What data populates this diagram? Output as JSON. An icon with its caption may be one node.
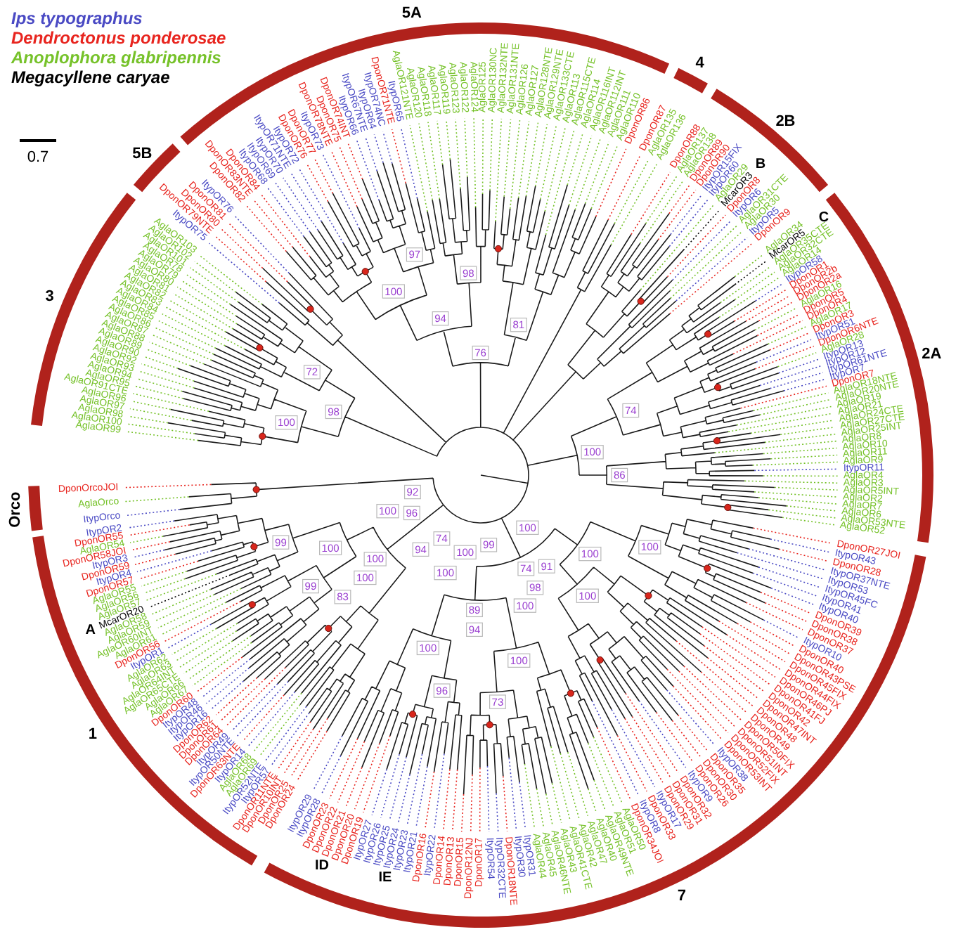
{
  "diagram": {
    "nodes": [
      {
        "text": [
          "5A"
        ],
        "beside": [
          "DponOR82",
          "DponOR83NTE",
          "DponOR84",
          "ItypOR68",
          "ItypOR69",
          "ItypOR70",
          "ItypOR71NTE",
          "ItypOR72",
          "DponOR76",
          "DponOR77",
          "ItypOR73",
          "DponOR78NTE",
          "DponOR75",
          "DponOR74INT",
          "ItypOR66",
          "ItypOR67NTE",
          "ItypOR64",
          "ItypOR74NC",
          "DponOR71NTE",
          "ItypOR65",
          "AglaOR121NTE",
          "AglaOR120",
          "AglaOR118",
          "AglaOR117",
          "AglaOR119",
          "AglaOR123",
          "AglaOR122",
          "AglaOR124",
          "AglaOR125",
          "AglaOR130NC",
          "AglaOR132NTE",
          "AglaOR131NTE",
          "AglaOR126",
          "AglaOR127",
          "AglaOR128NTE",
          "AglaOR129NTE",
          "AglaOR133CTE",
          "AglaOR113",
          "AglaOR115CTE",
          "AglaOR114",
          "AglaOR116INT",
          "AglaOR112INT",
          "AglaOR111",
          "AglaOR110",
          "DponOR86"
        ]
      },
      {
        "text": [
          "4"
        ],
        "beside": [
          "DponOR87",
          "AglaOR135",
          "AglaOR136"
        ]
      },
      {
        "text": [
          "2B"
        ],
        "beside": [
          "DponOR88",
          "AglaOR137",
          "AglaOR138",
          "DponOR89",
          "DponOR90",
          "ItypOR15FIX",
          "ItypOR60",
          "AglaOR29",
          "McarOR3",
          "DponOR8",
          "ItypOR6",
          "AglaOR31CTE",
          "AglaOR30",
          "ItypOR5",
          "DponOR9"
        ]
      },
      {
        "text": [
          "5B"
        ],
        "beside": [
          "ItypOR75",
          "DponOR79NTE",
          "DponOR80",
          "DponOR81",
          "ItypOR76"
        ]
      },
      {
        "text": [
          "3"
        ],
        "beside": [
          "AglaOR99",
          "AglaOR100",
          "AglaOR98",
          "AglaOR97",
          "AglaOR96",
          "AglaOR91CTE",
          "AglaOR95",
          "AglaOR94",
          "AglaOR93",
          "AglaOR92",
          "AglaOR90",
          "AglaOR89",
          "AglaOR88",
          "AglaOR87",
          "AglaOR86",
          "AglaOR85",
          "AglaOR84",
          "AglaOR83",
          "AglaOR82",
          "AglaOR81",
          "AglaOR80",
          "AglaOR79",
          "AglaOR78",
          "AglaOR101",
          "AglaOR102",
          "AglaOR103"
        ]
      },
      {
        "text": [
          "2A"
        ],
        "beside": [
          "AglaOR34",
          "McarOR5",
          "AglaOR35CTE",
          "AglaOR32CTE",
          "AglaOR14",
          "ItypOR58",
          "DponOR1",
          "DponOR2b",
          "DponOR2a",
          "AglaOR16",
          "DponOR5",
          "DponOR4",
          "AglaOR17",
          "DponOR3",
          "ItypOR51",
          "DponOR6NTE",
          "AglaOR28",
          "ItypOR13",
          "ItypOR12",
          "ItypOR61NTE",
          "ItypOR7",
          "DponOR7",
          "AglaOR18NTE",
          "AglaOR20NTE",
          "AglaOR19",
          "AglaOR21",
          "AglaOR24CTE",
          "AglaOR27CTE",
          "AglaOR25INT",
          "AglaOR8",
          "AglaOR10",
          "AglaOR11",
          "AglaOR9",
          "ItypOR11",
          "AglaOR4",
          "AglaOR3",
          "AglaOR5INT",
          "AglaOR2",
          "AglaOR7",
          "AglaOR6",
          "AglaOR53NTE",
          "AglaOR52"
        ]
      },
      {
        "text": [
          "Orco"
        ],
        "beside": [
          "ItypOrco",
          "AglaOrco",
          "DponOrcoJOI"
        ]
      },
      {
        "text": [
          "1"
        ],
        "beside": [
          "DponOR24",
          "DponOR25",
          "DponOR10INT",
          "DponOR11NTE",
          "ItypOR57",
          "ItypOR52NTE",
          "AglaOR69",
          "AglaOR68",
          "ItypOR14",
          "DponOR63NTE",
          "ItypOR50NTE",
          "ItypOR49",
          "DponOR64",
          "DponOR61",
          "DponOR62",
          "ItypOR16",
          "ItypOR46",
          "ItypOR48",
          "DponOR60",
          "AglaOR67",
          "AglaOR66",
          "AglaOR65CTE",
          "AglaOR64INT",
          "AglaOR63",
          "AglaOR62",
          "ItypOR1",
          "DponOR56",
          "AglaOR61",
          "AglaOR60INT",
          "AglaOR59",
          "AglaOR58",
          "McarOR20",
          "AglaOR57",
          "AglaOR56",
          "AglaOR55",
          "DponOR57",
          "ItypOR4",
          "DponOR59",
          "ItypOR3",
          "DponOR58JOI",
          "AglaOR54",
          "DponOR55",
          "ItypOR2"
        ]
      },
      {
        "text": [
          "7"
        ],
        "beside": [
          "DponOR27JOI",
          "ItypOR43",
          "DponOR28",
          "ItypOR37NTE",
          "ItypOR53",
          "ItypOR45FC",
          "ItypOR41",
          "ItypOR40",
          "DponOR39",
          "DponOR38",
          "DponOR37",
          "ItypOR10",
          "DponOR40",
          "DponOR43PSE",
          "DponOR45FIX",
          "DponOR44FIX",
          "DponOR46PJ",
          "DponOR41FJ",
          "DponOR42",
          "DponOR47INT",
          "DponOR48",
          "DponOR49",
          "DponOR50FIX",
          "DponOR51INT",
          "DponOR52FIX",
          "DponOR53INT",
          "ItypOR38",
          "DponOR35",
          "DponOR30",
          "DponOR26",
          "ItypOR9",
          "DponOR32",
          "DponOR31",
          "DponOR29",
          "ItypOR17",
          "DponOR33",
          "ItypOR8",
          "DponOR34JOI",
          "AglaOR50",
          "AglaOR51",
          "AglaOR49NTE",
          "AglaOR40",
          "AglaOR47",
          "AglaOR42",
          "AglaOR41CTE",
          "AglaOR43",
          "AglaOR46NTE",
          "AglaOR45",
          "AglaOR44",
          "ItypOR31",
          "ItypOR30",
          "DponOR18NTE",
          "ItypOR32CTE",
          "ItypOR54",
          "DponOR17",
          "DponOR12NJ",
          "DponOR15",
          "DponOR13",
          "DponOR14",
          "ItypOR22",
          "DponOR16",
          "ItypOR21",
          "ItypOR23",
          "ItypOR24",
          "ItypOR25",
          "ItypOR26",
          "ItypOR27",
          "DponOR19",
          "DponOR20",
          "DponOR21",
          "DponOR22",
          "DponOR23",
          "ItypOR28",
          "ItypOR29"
        ]
      }
    ],
    "labels": [
      "0.7",
      "B",
      "C",
      "A",
      "ID",
      "IE",
      "100",
      "98",
      "100",
      "72",
      "97",
      "94",
      "98",
      "76",
      "81",
      "74",
      "100",
      "86",
      "100",
      "100",
      "100",
      "74",
      "100",
      "73",
      "89",
      "96",
      "100",
      "100",
      "99",
      "100",
      "99",
      "100",
      "91",
      "98",
      "100",
      "99",
      "94",
      "100",
      "100",
      "74",
      "94",
      "100",
      "83",
      "96",
      "100",
      "92"
    ],
    "legend": [
      {
        "text": "Ips typographus",
        "color": "#4a4ac4"
      },
      {
        "text": "Dendroctonus ponderosae",
        "color": "#e8251f"
      },
      {
        "text": "Anoplophora glabripennis",
        "color": "#76c22a"
      },
      {
        "text": "Megacyllene caryae",
        "color": "#000000"
      }
    ]
  }
}
